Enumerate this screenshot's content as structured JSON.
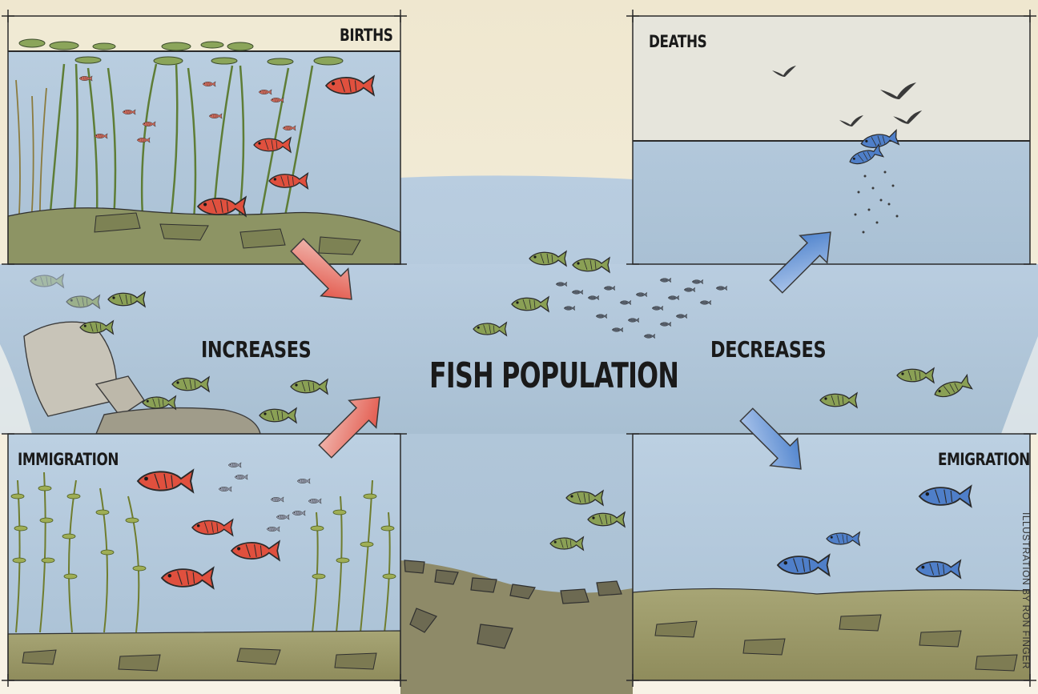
{
  "title": "FISH POPULATION",
  "labels": {
    "increases": "INCREASES",
    "decreases": "DECREASES"
  },
  "panels": {
    "births": "BIRTHS",
    "deaths": "DEATHS",
    "immigration": "IMMIGRATION",
    "emigration": "EMIGRATION"
  },
  "credit": "ILLUSTRATION BY RON FINGER",
  "colors": {
    "water": "#a9c1d6",
    "sky": "#f1ead2",
    "increase_arrow": "#e4574b",
    "decrease_arrow": "#4d86cf",
    "green_fish": "#8aa055",
    "red_fish": "#e0503e",
    "blue_fish": "#4f7fc9",
    "lake_bed": "#9c9b6c"
  },
  "icons": [
    "arrow-icon",
    "fish-icon",
    "bird-icon",
    "plant-icon",
    "rock-icon"
  ]
}
